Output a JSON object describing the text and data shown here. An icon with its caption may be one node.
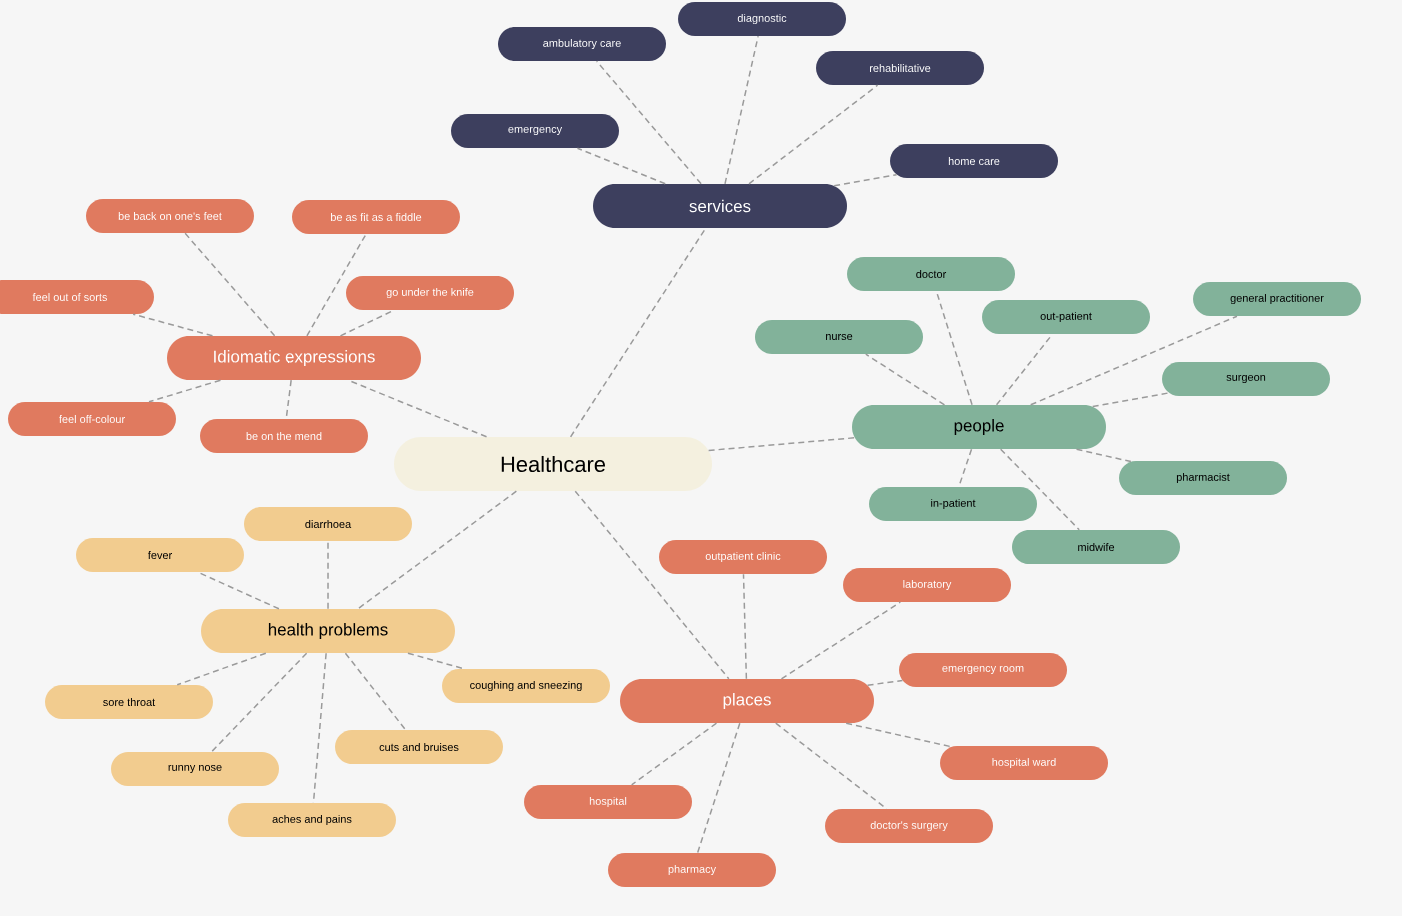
{
  "diagram": {
    "nodes": [
      {
        "text": [
          "Healthcare"
        ]
      },
      {
        "text": [
          "services"
        ]
      },
      {
        "text": [
          "ambulatory care"
        ]
      },
      {
        "text": [
          "diagnostic"
        ]
      },
      {
        "text": [
          "rehabilitative"
        ]
      },
      {
        "text": [
          "emergency"
        ]
      },
      {
        "text": [
          "home care"
        ]
      },
      {
        "text": [
          "Idiomatic expressions"
        ]
      },
      {
        "text": [
          "be back on one's feet"
        ]
      },
      {
        "text": [
          "be as fit as a fiddle"
        ]
      },
      {
        "text": [
          "feel out of sorts"
        ]
      },
      {
        "text": [
          "go under the knife"
        ]
      },
      {
        "text": [
          "feel off-colour"
        ]
      },
      {
        "text": [
          "be on the mend"
        ]
      },
      {
        "text": [
          "people"
        ]
      },
      {
        "text": [
          "doctor"
        ]
      },
      {
        "text": [
          "out-patient"
        ]
      },
      {
        "text": [
          "general practitioner"
        ]
      },
      {
        "text": [
          "nurse"
        ]
      },
      {
        "text": [
          "surgeon"
        ]
      },
      {
        "text": [
          "pharmacist"
        ]
      },
      {
        "text": [
          "in-patient"
        ]
      },
      {
        "text": [
          "midwife"
        ]
      },
      {
        "text": [
          "health problems"
        ]
      },
      {
        "text": [
          "diarrhoea"
        ]
      },
      {
        "text": [
          "fever"
        ]
      },
      {
        "text": [
          "coughing and sneezing"
        ]
      },
      {
        "text": [
          "sore throat"
        ]
      },
      {
        "text": [
          "runny nose"
        ]
      },
      {
        "text": [
          "cuts and bruises"
        ]
      },
      {
        "text": [
          "aches and pains"
        ]
      },
      {
        "text": [
          "places"
        ]
      },
      {
        "text": [
          "outpatient clinic"
        ]
      },
      {
        "text": [
          "laboratory"
        ]
      },
      {
        "text": [
          "emergency room"
        ]
      },
      {
        "text": [
          "hospital ward"
        ]
      },
      {
        "text": [
          "hospital"
        ]
      },
      {
        "text": [
          "doctor's surgery"
        ]
      },
      {
        "text": [
          "pharmacy"
        ]
      }
    ],
    "edges": [
      {
        "from": 0,
        "to": 1,
        "arrow": "none"
      },
      {
        "from": 1,
        "to": 2,
        "arrow": "none"
      },
      {
        "from": 1,
        "to": 3,
        "arrow": "none"
      },
      {
        "from": 1,
        "to": 4,
        "arrow": "none"
      },
      {
        "from": 1,
        "to": 5,
        "arrow": "none"
      },
      {
        "from": 1,
        "to": 6,
        "arrow": "none"
      },
      {
        "from": 0,
        "to": 7,
        "arrow": "none"
      },
      {
        "from": 7,
        "to": 8,
        "arrow": "none"
      },
      {
        "from": 7,
        "to": 9,
        "arrow": "none"
      },
      {
        "from": 7,
        "to": 10,
        "arrow": "none"
      },
      {
        "from": 7,
        "to": 11,
        "arrow": "none"
      },
      {
        "from": 7,
        "to": 12,
        "arrow": "none"
      },
      {
        "from": 7,
        "to": 13,
        "arrow": "none"
      },
      {
        "from": 0,
        "to": 14,
        "arrow": "none"
      },
      {
        "from": 14,
        "to": 15,
        "arrow": "none"
      },
      {
        "from": 14,
        "to": 16,
        "arrow": "none"
      },
      {
        "from": 14,
        "to": 17,
        "arrow": "none"
      },
      {
        "from": 14,
        "to": 18,
        "arrow": "none"
      },
      {
        "from": 14,
        "to": 19,
        "arrow": "none"
      },
      {
        "from": 14,
        "to": 20,
        "arrow": "none"
      },
      {
        "from": 14,
        "to": 21,
        "arrow": "none"
      },
      {
        "from": 14,
        "to": 22,
        "arrow": "none"
      },
      {
        "from": 0,
        "to": 23,
        "arrow": "none"
      },
      {
        "from": 23,
        "to": 24,
        "arrow": "none"
      },
      {
        "from": 23,
        "to": 25,
        "arrow": "none"
      },
      {
        "from": 23,
        "to": 26,
        "arrow": "none"
      },
      {
        "from": 23,
        "to": 27,
        "arrow": "none"
      },
      {
        "from": 23,
        "to": 28,
        "arrow": "none"
      },
      {
        "from": 23,
        "to": 29,
        "arrow": "none"
      },
      {
        "from": 23,
        "to": 30,
        "arrow": "none"
      },
      {
        "from": 0,
        "to": 31,
        "arrow": "none"
      },
      {
        "from": 31,
        "to": 32,
        "arrow": "none"
      },
      {
        "from": 31,
        "to": 33,
        "arrow": "none"
      },
      {
        "from": 31,
        "to": 34,
        "arrow": "none"
      },
      {
        "from": 31,
        "to": 35,
        "arrow": "none"
      },
      {
        "from": 31,
        "to": 36,
        "arrow": "none"
      },
      {
        "from": 31,
        "to": 37,
        "arrow": "none"
      },
      {
        "from": 31,
        "to": 38,
        "arrow": "none"
      }
    ]
  }
}
